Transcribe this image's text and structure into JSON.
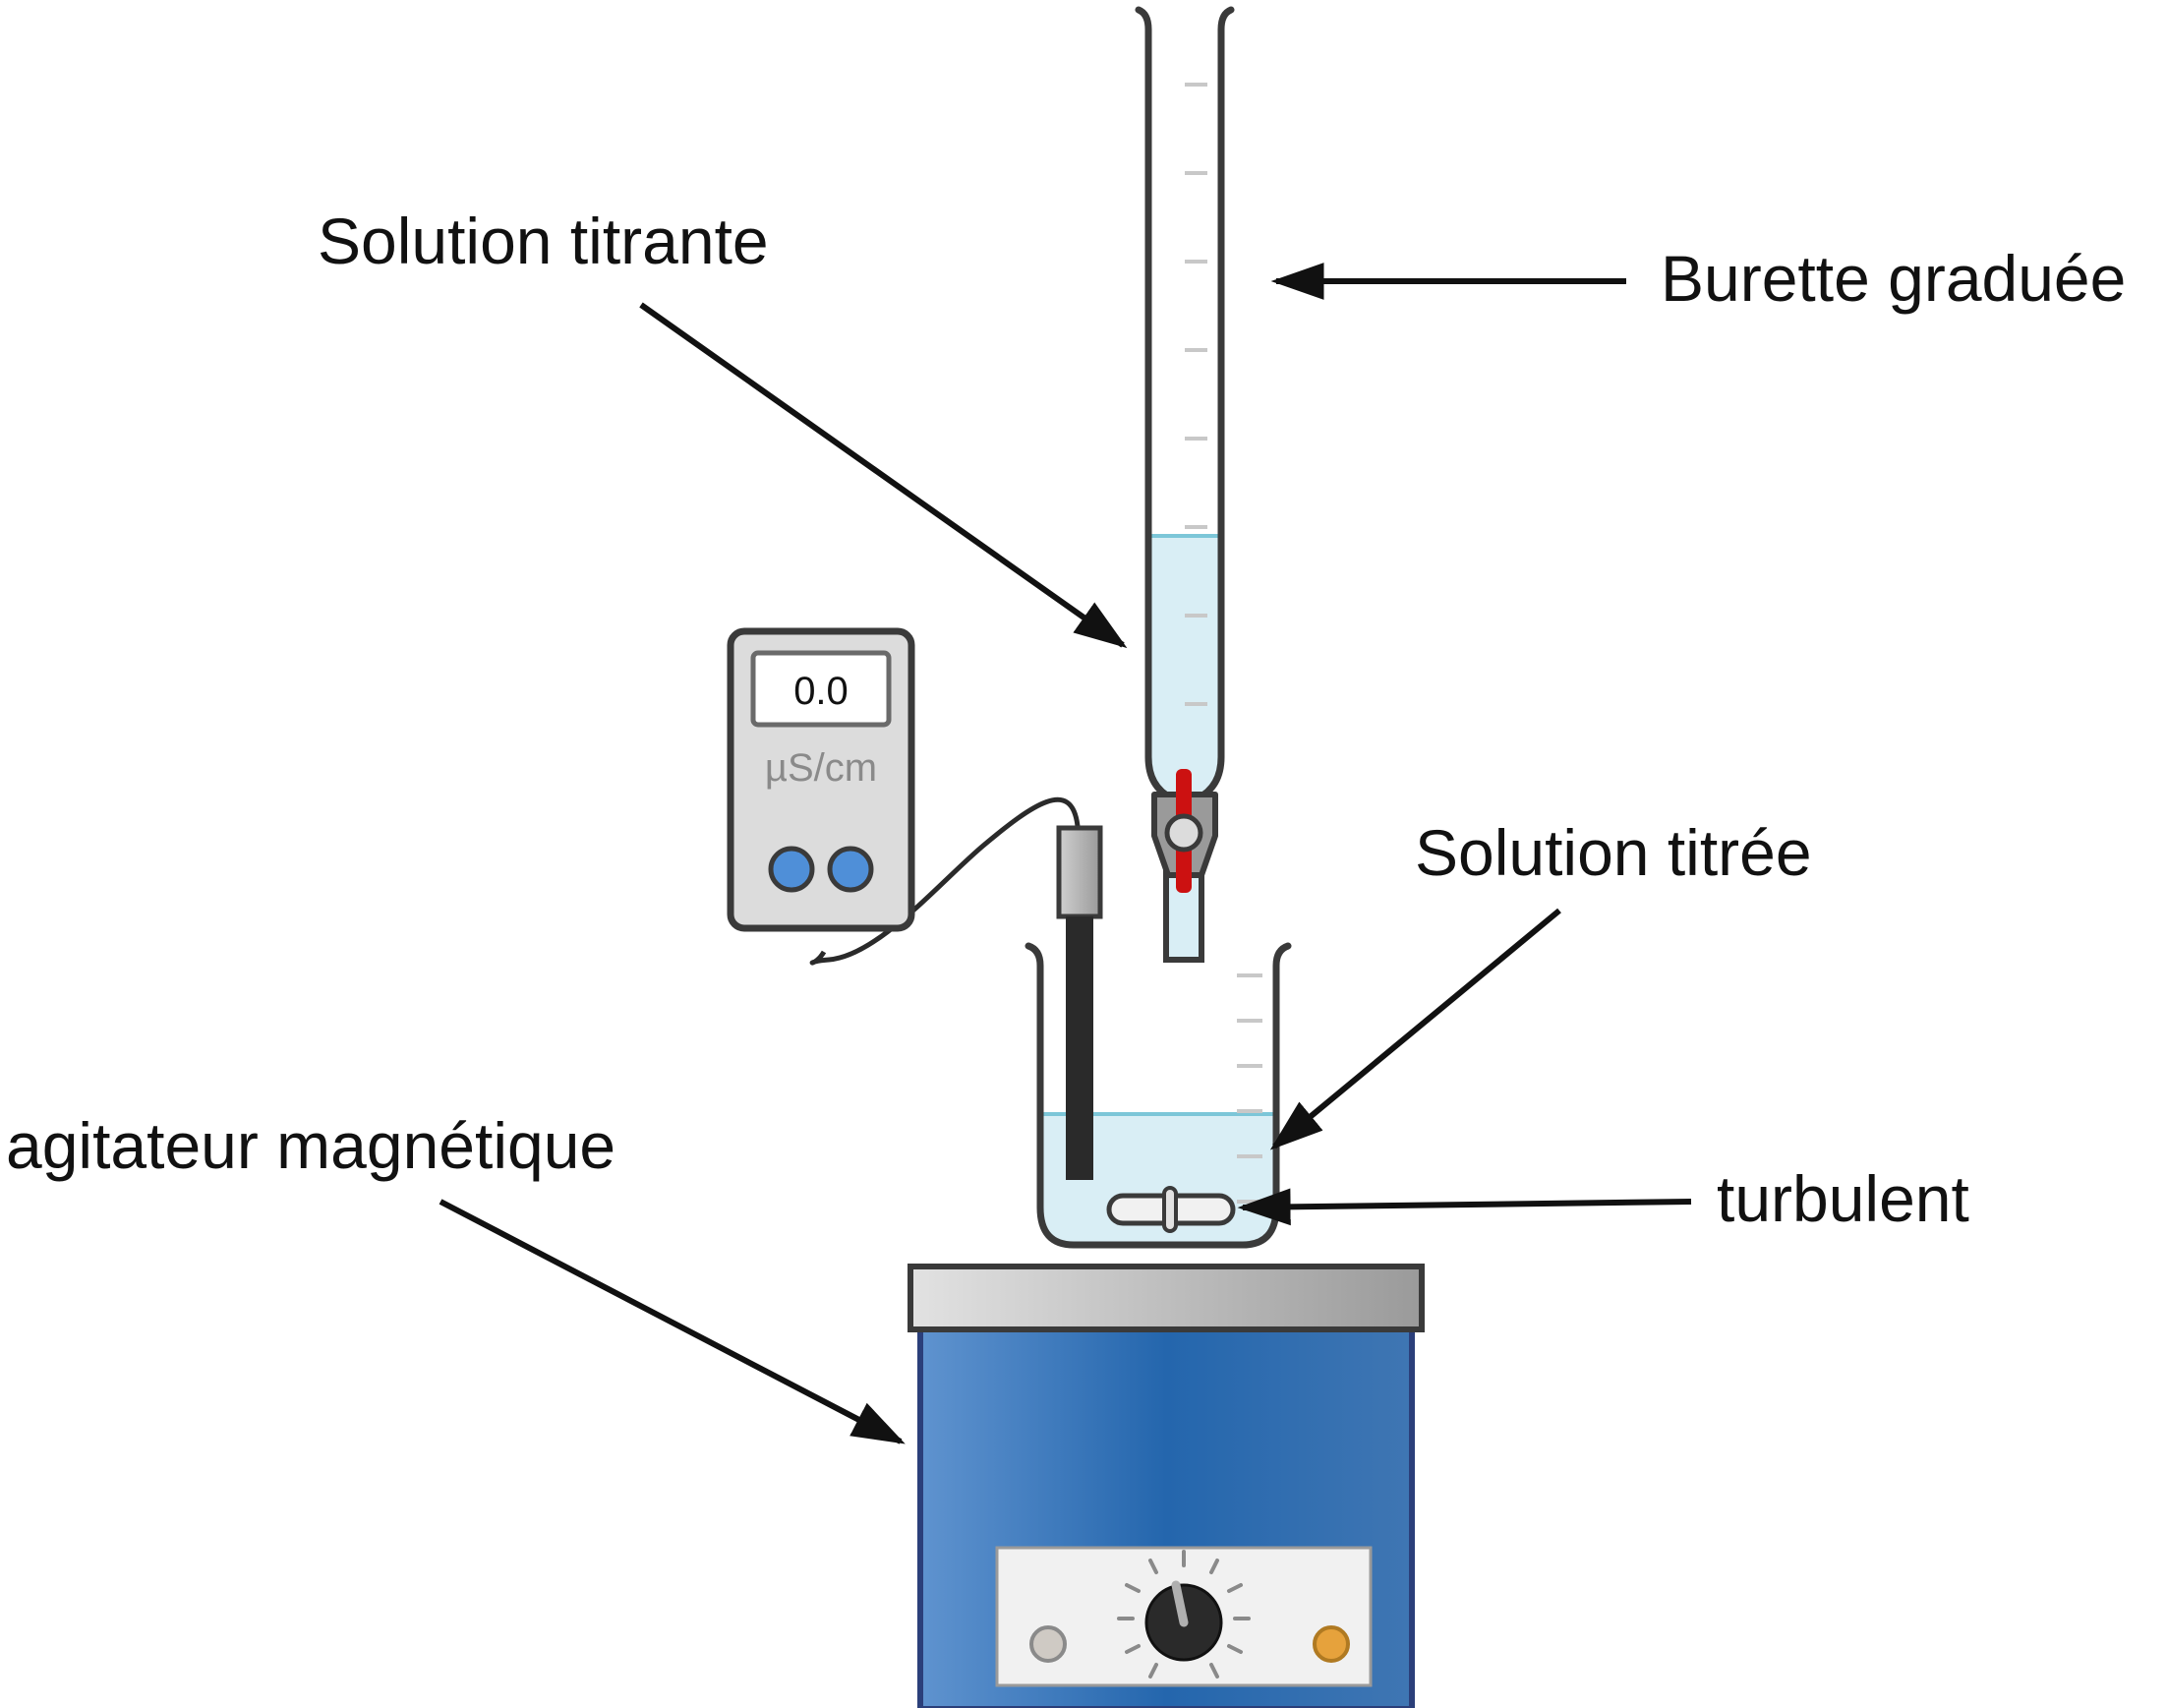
{
  "labels": {
    "solution_titrante": "Solution titrante",
    "burette_graduee": "Burette graduée",
    "solution_titree": "Solution titrée",
    "agitateur_magnetique": "agitateur magnétique",
    "turbulent": "turbulent"
  },
  "conductimeter": {
    "reading": "0.0",
    "unit": "µS/cm"
  },
  "colors": {
    "liquid": "#d9eef5",
    "liquid_surface": "#7cc6d8",
    "glass_outline": "#3a3a3a",
    "stopcock_red": "#cc1111",
    "stirrer_blue": "#2e6db0",
    "meter_button_blue": "#4f8fd8",
    "indicator_orange": "#e6a23c"
  },
  "icons": {
    "burette": "burette-icon",
    "beaker": "beaker-icon",
    "conductimeter": "conductimeter-icon",
    "stirrer": "magnetic-stirrer-icon",
    "stir_bar": "stir-bar-icon"
  }
}
